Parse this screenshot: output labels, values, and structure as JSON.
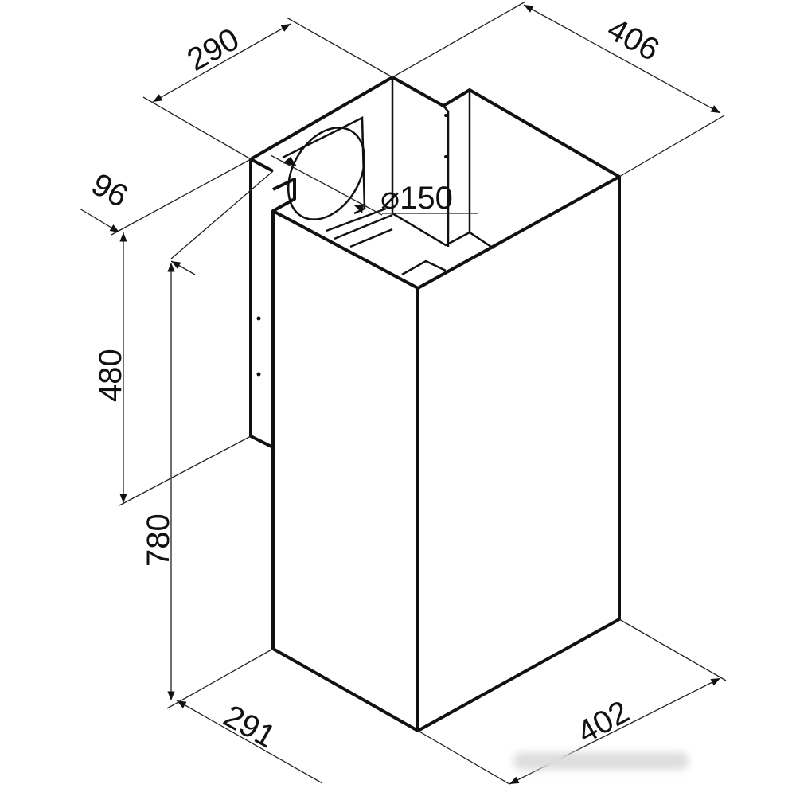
{
  "dimensions": {
    "top_depth": "290",
    "top_width": "406",
    "offset": "96",
    "bracket_height": "480",
    "total_height": "780",
    "bottom_depth": "291",
    "bottom_width": "402",
    "duct_diameter": "⌀150"
  }
}
